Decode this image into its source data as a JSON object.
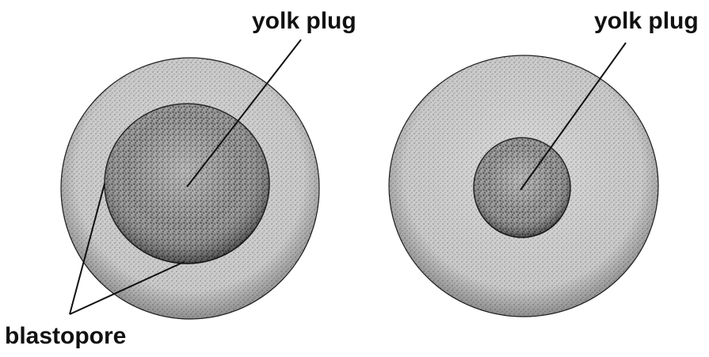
{
  "labels": {
    "left_yolk_plug": "yolk plug",
    "right_yolk_plug": "yolk plug",
    "blastopore": "blastopore"
  },
  "colors": {
    "ink": "#111111",
    "outer_embryo_fill": "#d9d9d9",
    "yolk_plug_fill": "#7a7a7a",
    "background": "#ffffff"
  }
}
